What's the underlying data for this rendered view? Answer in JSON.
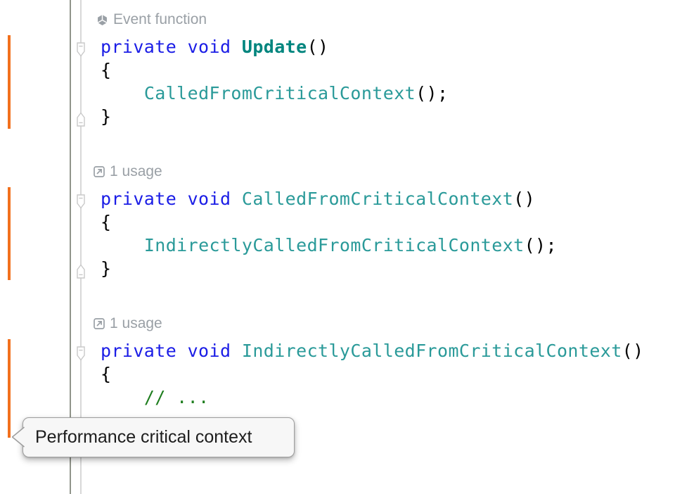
{
  "colors": {
    "keyword": "#1B1DE6",
    "method": "#2A9A99",
    "method_decl": "#00857E",
    "plain": "#000000",
    "comment": "#1E7D1E",
    "hint": "#9AA0A6",
    "marker": "#F2701D",
    "gutter_dark": "#90948A",
    "gutter_light": "#D8D8D8",
    "fold": "#C9C9C9",
    "tooltip_bg": "#F7F7F7",
    "tooltip_border": "#9E9E9E",
    "tooltip_text": "#1D1D1D"
  },
  "sections": [
    {
      "hint": {
        "icon": "unity-icon",
        "label": "Event function"
      },
      "lines": [
        {
          "fold": "start",
          "tokens": [
            {
              "text": "private void ",
              "style": "keyword"
            },
            {
              "text": "Update",
              "style": "method-decl"
            },
            {
              "text": "()",
              "style": "plain"
            }
          ]
        },
        {
          "tokens": [
            {
              "text": "{",
              "style": "plain"
            }
          ]
        },
        {
          "tokens": [
            {
              "text": "    ",
              "style": "plain"
            },
            {
              "text": "CalledFromCriticalContext",
              "style": "method"
            },
            {
              "text": "();",
              "style": "plain"
            }
          ]
        },
        {
          "fold": "end",
          "tokens": [
            {
              "text": "}",
              "style": "plain"
            }
          ]
        }
      ]
    },
    {
      "hint": {
        "icon": "usages-icon",
        "label": "1 usage"
      },
      "lines": [
        {
          "fold": "start",
          "tokens": [
            {
              "text": "private void ",
              "style": "keyword"
            },
            {
              "text": "CalledFromCriticalContext",
              "style": "method"
            },
            {
              "text": "()",
              "style": "plain"
            }
          ]
        },
        {
          "tokens": [
            {
              "text": "{",
              "style": "plain"
            }
          ]
        },
        {
          "tokens": [
            {
              "text": "    ",
              "style": "plain"
            },
            {
              "text": "IndirectlyCalledFromCriticalContext",
              "style": "method"
            },
            {
              "text": "();",
              "style": "plain"
            }
          ]
        },
        {
          "fold": "end",
          "tokens": [
            {
              "text": "}",
              "style": "plain"
            }
          ]
        }
      ]
    },
    {
      "hint": {
        "icon": "usages-icon",
        "label": "1 usage"
      },
      "lines": [
        {
          "fold": "start",
          "tokens": [
            {
              "text": "private void ",
              "style": "keyword"
            },
            {
              "text": "IndirectlyCalledFromCriticalContext",
              "style": "method"
            },
            {
              "text": "()",
              "style": "plain"
            }
          ]
        },
        {
          "tokens": [
            {
              "text": "{",
              "style": "plain"
            }
          ]
        },
        {
          "tokens": [
            {
              "text": "    ",
              "style": "plain"
            },
            {
              "text": "// ...",
              "style": "comment"
            }
          ]
        }
      ]
    }
  ],
  "tooltip": {
    "text": "Performance critical context"
  }
}
